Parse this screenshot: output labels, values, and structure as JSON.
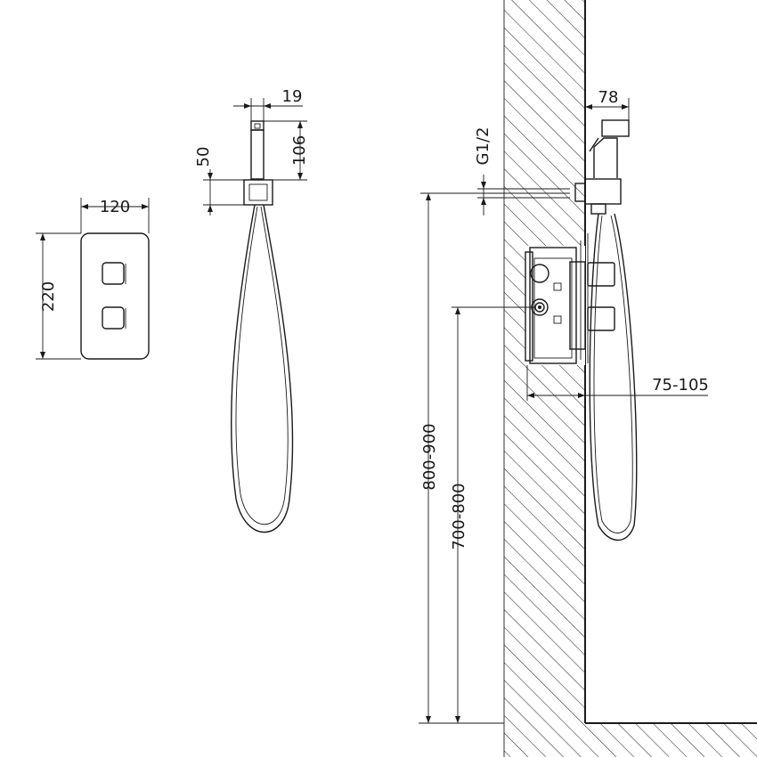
{
  "dimensions": {
    "panel_width": "120",
    "panel_height": "220",
    "holder_width": "19",
    "holder_height": "106",
    "holder_offset": "50",
    "thread": "G1/2",
    "outlet_projection": "78",
    "box_depth": "75-105",
    "outlet_height": "800-900",
    "valve_height": "700-800"
  },
  "colors": {
    "ink": "#1a1a1a",
    "background": "#ffffff"
  }
}
